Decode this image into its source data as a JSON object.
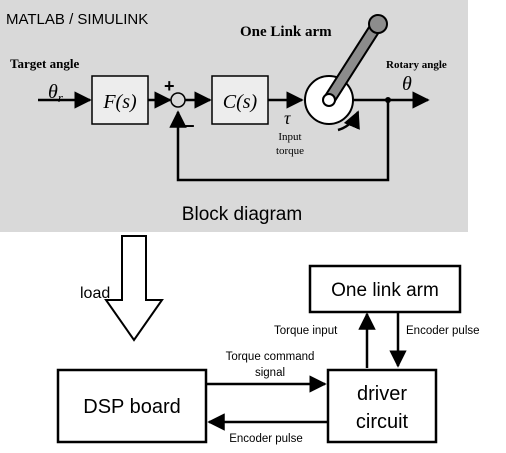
{
  "top_panel": {
    "header": "MATLAB / SIMULINK",
    "arm_title": "One Link arm",
    "target_label": "Target angle",
    "target_symbol": "θ",
    "target_subscript": "r",
    "f_block": "F(s)",
    "c_block": "C(s)",
    "plus_sign": "+",
    "minus_sign": "−",
    "rotary_label": "Rotary angle",
    "rotary_symbol": "θ",
    "tau_symbol": "τ",
    "input_label_1": "Input",
    "input_label_2": "torque",
    "caption": "Block diagram"
  },
  "bottom_panel": {
    "load_label": "load",
    "one_link_arm": "One link arm",
    "dsp_board": "DSP board",
    "driver_line1": "driver",
    "driver_line2": "circuit",
    "torque_input": "Torque input",
    "encoder_pulse_right": "Encoder pulse",
    "torque_command_1": "Torque command",
    "torque_command_2": "signal",
    "encoder_pulse_bottom": "Encoder pulse"
  },
  "colors": {
    "panel_bg": "#d9d9d9",
    "block_bg": "#ededed",
    "stroke": "#000000",
    "arm_gray": "#8c8c8c"
  }
}
